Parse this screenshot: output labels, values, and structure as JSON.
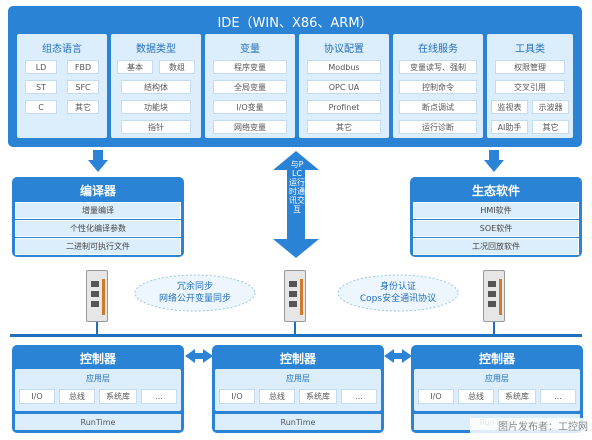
{
  "ide": {
    "title": "IDE（WIN、X86、ARM）",
    "columns": [
      {
        "title": "组态语言",
        "cells": [
          "LD",
          "FBD",
          "ST",
          "SFC",
          "C",
          "其它"
        ]
      },
      {
        "title": "数据类型",
        "cells": [
          "基本",
          "数组",
          "结构体",
          "功能块",
          "指针"
        ]
      },
      {
        "title": "变量",
        "cells": [
          "程序变量",
          "全局变量",
          "I/O变量",
          "网络变量"
        ]
      },
      {
        "title": "协议配置",
        "cells": [
          "Modbus",
          "OPC UA",
          "Profinet",
          "其它"
        ]
      },
      {
        "title": "在线服务",
        "cells": [
          "变量读写、强制",
          "控制命令",
          "断点调试",
          "运行诊断"
        ]
      },
      {
        "title": "工具类",
        "cells": [
          "权限管理",
          "交叉引用",
          "监视表",
          "示波器",
          "AI助手",
          "其它"
        ]
      }
    ]
  },
  "compiler": {
    "title": "编译器",
    "items": [
      "增量编译",
      "个性化编译参数",
      "二进制可执行文件"
    ]
  },
  "ecosystem": {
    "title": "生态软件",
    "items": [
      "HMI软件",
      "SOE软件",
      "工况回放软件"
    ]
  },
  "plc_comm": "与PLC运行时通讯交互",
  "clouds": {
    "left": [
      "冗余同步",
      "网络公开变量同步"
    ],
    "right": [
      "身份认证",
      "Cops安全通讯协议"
    ]
  },
  "controllers": [
    {
      "title": "控制器",
      "layer": "应用层",
      "cells": [
        "I/O",
        "总线",
        "系统库",
        "..."
      ],
      "runtime": "RunTime"
    },
    {
      "title": "控制器",
      "layer": "应用层",
      "cells": [
        "I/O",
        "总线",
        "系统库",
        "..."
      ],
      "runtime": "RunTime"
    },
    {
      "title": "控制器",
      "layer": "应用层",
      "cells": [
        "I/O",
        "总线",
        "系统库",
        "..."
      ],
      "runtime": "RunTime"
    }
  ],
  "watermark": "图片发布者：工控网",
  "colors": {
    "primary": "#2b83d6",
    "light": "#dceefb",
    "text_blue": "#1f6fbe"
  }
}
